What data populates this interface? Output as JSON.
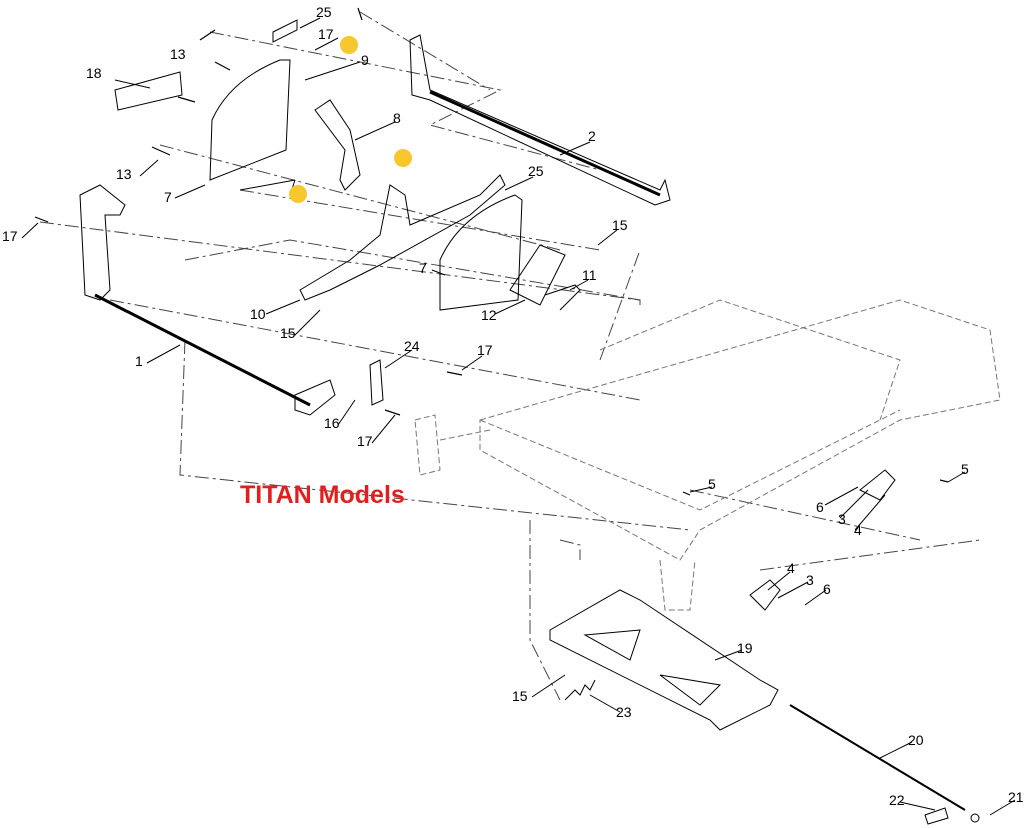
{
  "title": "TITAN Models",
  "highlight_color": "#f7c72d",
  "title_color": "#e0201e",
  "callouts": [
    "25",
    "17",
    "13",
    "9",
    "18",
    "8",
    "2",
    "13",
    "7",
    "25",
    "17",
    "15",
    "7",
    "11",
    "12",
    "10",
    "15",
    "24",
    "17",
    "1",
    "16",
    "17",
    "5",
    "5",
    "6",
    "3",
    "4",
    "4",
    "3",
    "6",
    "19",
    "15",
    "23",
    "20",
    "22",
    "21"
  ]
}
